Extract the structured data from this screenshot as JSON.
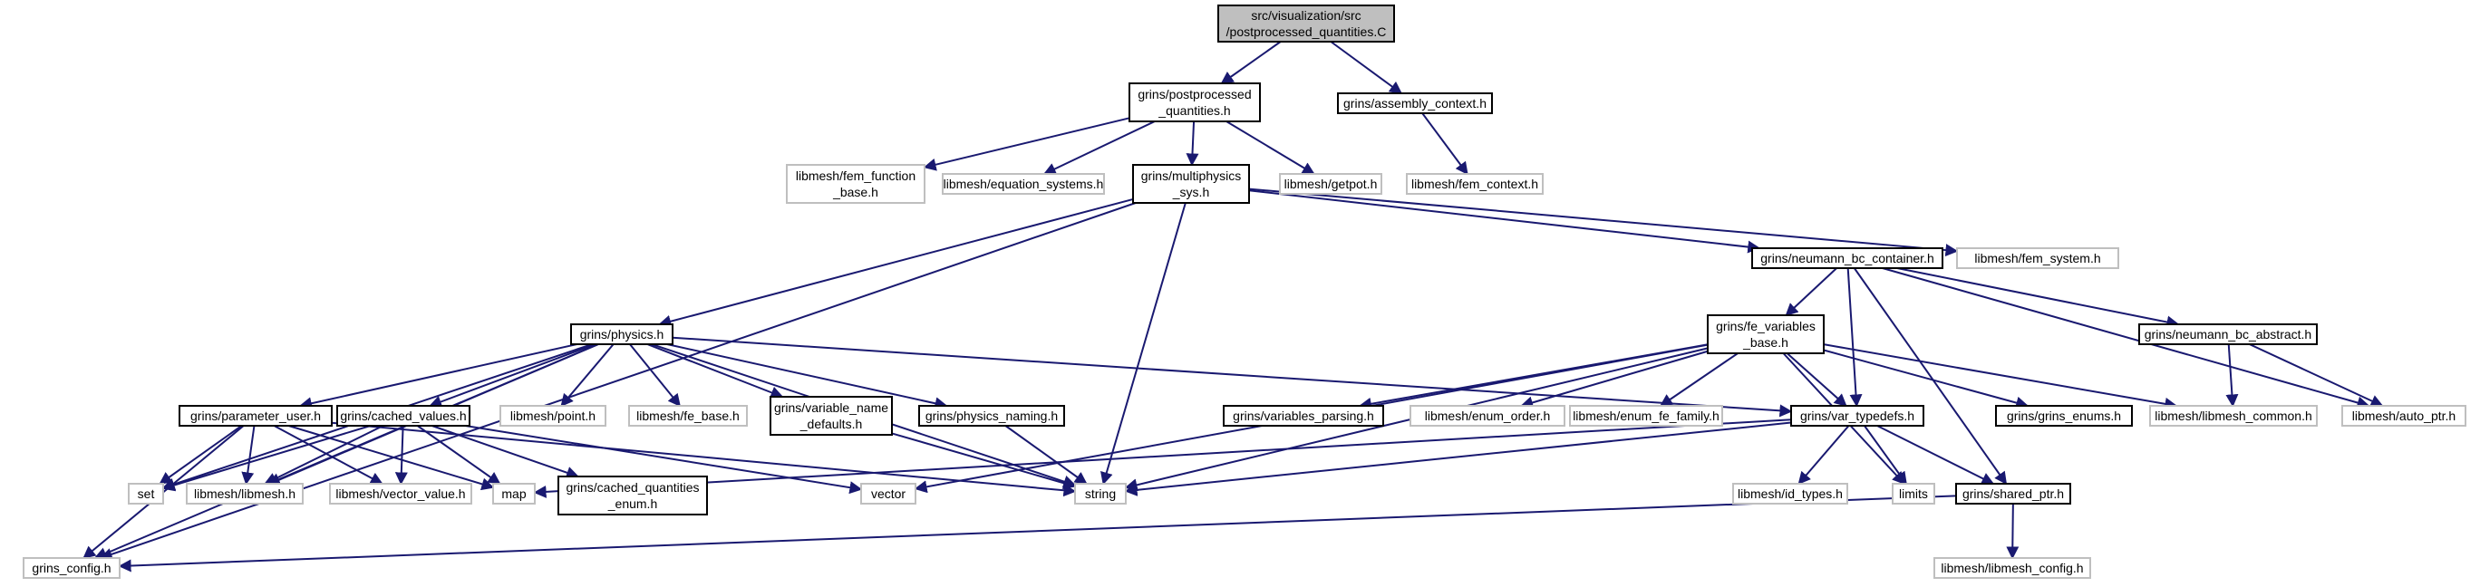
{
  "graph": {
    "root": {
      "id": "root",
      "lines": [
        "src/visualization/src",
        "/postprocessed_quantities.C"
      ]
    },
    "nodes": [
      {
        "id": "pp_h",
        "kind": "file",
        "lines": [
          "grins/postprocessed",
          "_quantities.h"
        ]
      },
      {
        "id": "assembly",
        "kind": "file",
        "lines": [
          "grins/assembly_context.h"
        ]
      },
      {
        "id": "fem_function",
        "kind": "ext",
        "lines": [
          "libmesh/fem_function",
          "_base.h"
        ]
      },
      {
        "id": "equation_systems",
        "kind": "ext",
        "lines": [
          "libmesh/equation_systems.h"
        ]
      },
      {
        "id": "multiphysics",
        "kind": "file",
        "lines": [
          "grins/multiphysics",
          "_sys.h"
        ]
      },
      {
        "id": "getpot",
        "kind": "ext",
        "lines": [
          "libmesh/getpot.h"
        ]
      },
      {
        "id": "fem_context",
        "kind": "ext",
        "lines": [
          "libmesh/fem_context.h"
        ]
      },
      {
        "id": "neumann_container",
        "kind": "file",
        "lines": [
          "grins/neumann_bc_container.h"
        ]
      },
      {
        "id": "fem_system",
        "kind": "ext",
        "lines": [
          "libmesh/fem_system.h"
        ]
      },
      {
        "id": "physics",
        "kind": "file",
        "lines": [
          "grins/physics.h"
        ]
      },
      {
        "id": "fe_variables",
        "kind": "file",
        "lines": [
          "grins/fe_variables",
          "_base.h"
        ]
      },
      {
        "id": "neumann_abstract",
        "kind": "file",
        "lines": [
          "grins/neumann_bc_abstract.h"
        ]
      },
      {
        "id": "parameter_user",
        "kind": "file",
        "lines": [
          "grins/parameter_user.h"
        ]
      },
      {
        "id": "cached_values",
        "kind": "file",
        "lines": [
          "grins/cached_values.h"
        ]
      },
      {
        "id": "point",
        "kind": "ext",
        "lines": [
          "libmesh/point.h"
        ]
      },
      {
        "id": "fe_base",
        "kind": "ext",
        "lines": [
          "libmesh/fe_base.h"
        ]
      },
      {
        "id": "variable_name",
        "kind": "file",
        "lines": [
          "grins/variable_name",
          "_defaults.h"
        ]
      },
      {
        "id": "physics_naming",
        "kind": "file",
        "lines": [
          "grins/physics_naming.h"
        ]
      },
      {
        "id": "variables_parsing",
        "kind": "file",
        "lines": [
          "grins/variables_parsing.h"
        ]
      },
      {
        "id": "enum_order",
        "kind": "ext",
        "lines": [
          "libmesh/enum_order.h"
        ]
      },
      {
        "id": "enum_fe_family",
        "kind": "ext",
        "lines": [
          "libmesh/enum_fe_family.h"
        ]
      },
      {
        "id": "var_typedefs",
        "kind": "file",
        "lines": [
          "grins/var_typedefs.h"
        ]
      },
      {
        "id": "grins_enums",
        "kind": "file",
        "lines": [
          "grins/grins_enums.h"
        ]
      },
      {
        "id": "libmesh_common",
        "kind": "ext",
        "lines": [
          "libmesh/libmesh_common.h"
        ]
      },
      {
        "id": "auto_ptr",
        "kind": "ext",
        "lines": [
          "libmesh/auto_ptr.h"
        ]
      },
      {
        "id": "set",
        "kind": "ext",
        "lines": [
          "set"
        ]
      },
      {
        "id": "libmesh_h",
        "kind": "ext",
        "lines": [
          "libmesh/libmesh.h"
        ]
      },
      {
        "id": "vector_value",
        "kind": "ext",
        "lines": [
          "libmesh/vector_value.h"
        ]
      },
      {
        "id": "map",
        "kind": "ext",
        "lines": [
          "map"
        ]
      },
      {
        "id": "cached_quantities",
        "kind": "file",
        "lines": [
          "grins/cached_quantities",
          "_enum.h"
        ]
      },
      {
        "id": "vector",
        "kind": "ext",
        "lines": [
          "vector"
        ]
      },
      {
        "id": "string",
        "kind": "ext",
        "lines": [
          "string"
        ]
      },
      {
        "id": "id_types",
        "kind": "ext",
        "lines": [
          "libmesh/id_types.h"
        ]
      },
      {
        "id": "limits",
        "kind": "ext",
        "lines": [
          "limits"
        ]
      },
      {
        "id": "shared_ptr",
        "kind": "file",
        "lines": [
          "grins/shared_ptr.h"
        ]
      },
      {
        "id": "grins_config",
        "kind": "ext",
        "lines": [
          "grins_config.h"
        ]
      },
      {
        "id": "libmesh_config",
        "kind": "ext",
        "lines": [
          "libmesh/libmesh_config.h"
        ]
      }
    ],
    "edges": [
      [
        "root",
        "pp_h"
      ],
      [
        "root",
        "assembly"
      ],
      [
        "pp_h",
        "fem_function"
      ],
      [
        "pp_h",
        "equation_systems"
      ],
      [
        "pp_h",
        "multiphysics"
      ],
      [
        "pp_h",
        "getpot"
      ],
      [
        "assembly",
        "fem_context"
      ],
      [
        "multiphysics",
        "grins_config"
      ],
      [
        "multiphysics",
        "physics"
      ],
      [
        "multiphysics",
        "string"
      ],
      [
        "multiphysics",
        "neumann_container"
      ],
      [
        "multiphysics",
        "fem_system"
      ],
      [
        "neumann_container",
        "fe_variables"
      ],
      [
        "neumann_container",
        "var_typedefs"
      ],
      [
        "neumann_container",
        "neumann_abstract"
      ],
      [
        "neumann_container",
        "auto_ptr"
      ],
      [
        "neumann_container",
        "shared_ptr"
      ],
      [
        "physics",
        "parameter_user"
      ],
      [
        "physics",
        "cached_values"
      ],
      [
        "physics",
        "point"
      ],
      [
        "physics",
        "fe_base"
      ],
      [
        "physics",
        "variable_name"
      ],
      [
        "physics",
        "physics_naming"
      ],
      [
        "physics",
        "string"
      ],
      [
        "physics",
        "var_typedefs"
      ],
      [
        "physics",
        "set"
      ],
      [
        "physics",
        "libmesh_h"
      ],
      [
        "physics",
        "grins_config"
      ],
      [
        "fe_variables",
        "vector"
      ],
      [
        "fe_variables",
        "variables_parsing"
      ],
      [
        "fe_variables",
        "enum_order"
      ],
      [
        "fe_variables",
        "enum_fe_family"
      ],
      [
        "fe_variables",
        "var_typedefs"
      ],
      [
        "fe_variables",
        "grins_enums"
      ],
      [
        "fe_variables",
        "libmesh_common"
      ],
      [
        "fe_variables",
        "limits"
      ],
      [
        "fe_variables",
        "string"
      ],
      [
        "neumann_abstract",
        "libmesh_common"
      ],
      [
        "neumann_abstract",
        "auto_ptr"
      ],
      [
        "parameter_user",
        "set"
      ],
      [
        "parameter_user",
        "libmesh_h"
      ],
      [
        "parameter_user",
        "vector_value"
      ],
      [
        "parameter_user",
        "map"
      ],
      [
        "parameter_user",
        "string"
      ],
      [
        "parameter_user",
        "grins_config"
      ],
      [
        "cached_values",
        "set"
      ],
      [
        "cached_values",
        "libmesh_h"
      ],
      [
        "cached_values",
        "vector_value"
      ],
      [
        "cached_values",
        "map"
      ],
      [
        "cached_values",
        "cached_quantities"
      ],
      [
        "cached_values",
        "vector"
      ],
      [
        "variable_name",
        "string"
      ],
      [
        "physics_naming",
        "string"
      ],
      [
        "var_typedefs",
        "map"
      ],
      [
        "var_typedefs",
        "string"
      ],
      [
        "var_typedefs",
        "id_types"
      ],
      [
        "var_typedefs",
        "limits"
      ],
      [
        "var_typedefs",
        "shared_ptr"
      ],
      [
        "shared_ptr",
        "grins_config"
      ],
      [
        "shared_ptr",
        "libmesh_config"
      ]
    ],
    "colors": {
      "edge": "#191970",
      "root_fill": "#bfbfbf",
      "file_stroke": "#000000",
      "ext_stroke": "#bfbfbf"
    }
  }
}
